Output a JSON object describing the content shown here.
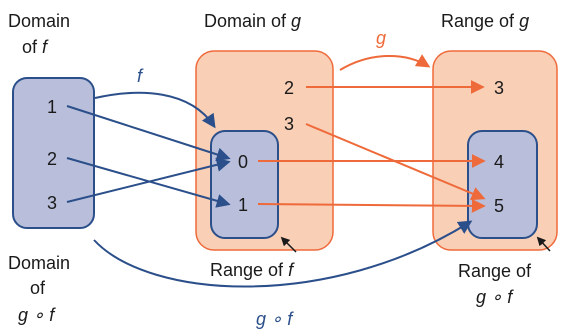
{
  "labels": {
    "domain_f_line1": "Domain",
    "domain_f_line2": "of ",
    "domain_f_var": "f",
    "domain_g_text": "Domain of ",
    "domain_g_var": "g",
    "range_g_text": "Range of ",
    "range_g_var": "g",
    "range_f_text": "Range of ",
    "range_f_var": "f",
    "range_g_sub_line1": "Range of",
    "range_g_sub_line2": "g ∘ f",
    "domain_gf_line1": "Domain",
    "domain_gf_line2": "of",
    "domain_gf_line3": "g ∘ f",
    "arrow_f": "f",
    "arrow_g": "g",
    "arrow_gf": "g ∘ f"
  },
  "sets": {
    "domain_f": [
      "1",
      "2",
      "3"
    ],
    "domain_g_extra": [
      "2",
      "3"
    ],
    "range_f": [
      "0",
      "1"
    ],
    "range_g_extra": [
      "3"
    ],
    "range_gf": [
      "4",
      "5"
    ]
  },
  "colors": {
    "blue_fill": "#b9bedb",
    "blue_stroke": "#2b4f8a",
    "orange_fill": "#f9cfb6",
    "orange_stroke": "#ef6a3a",
    "blue_arrow": "#2b4f8a",
    "orange_arrow": "#ef6a3a"
  }
}
